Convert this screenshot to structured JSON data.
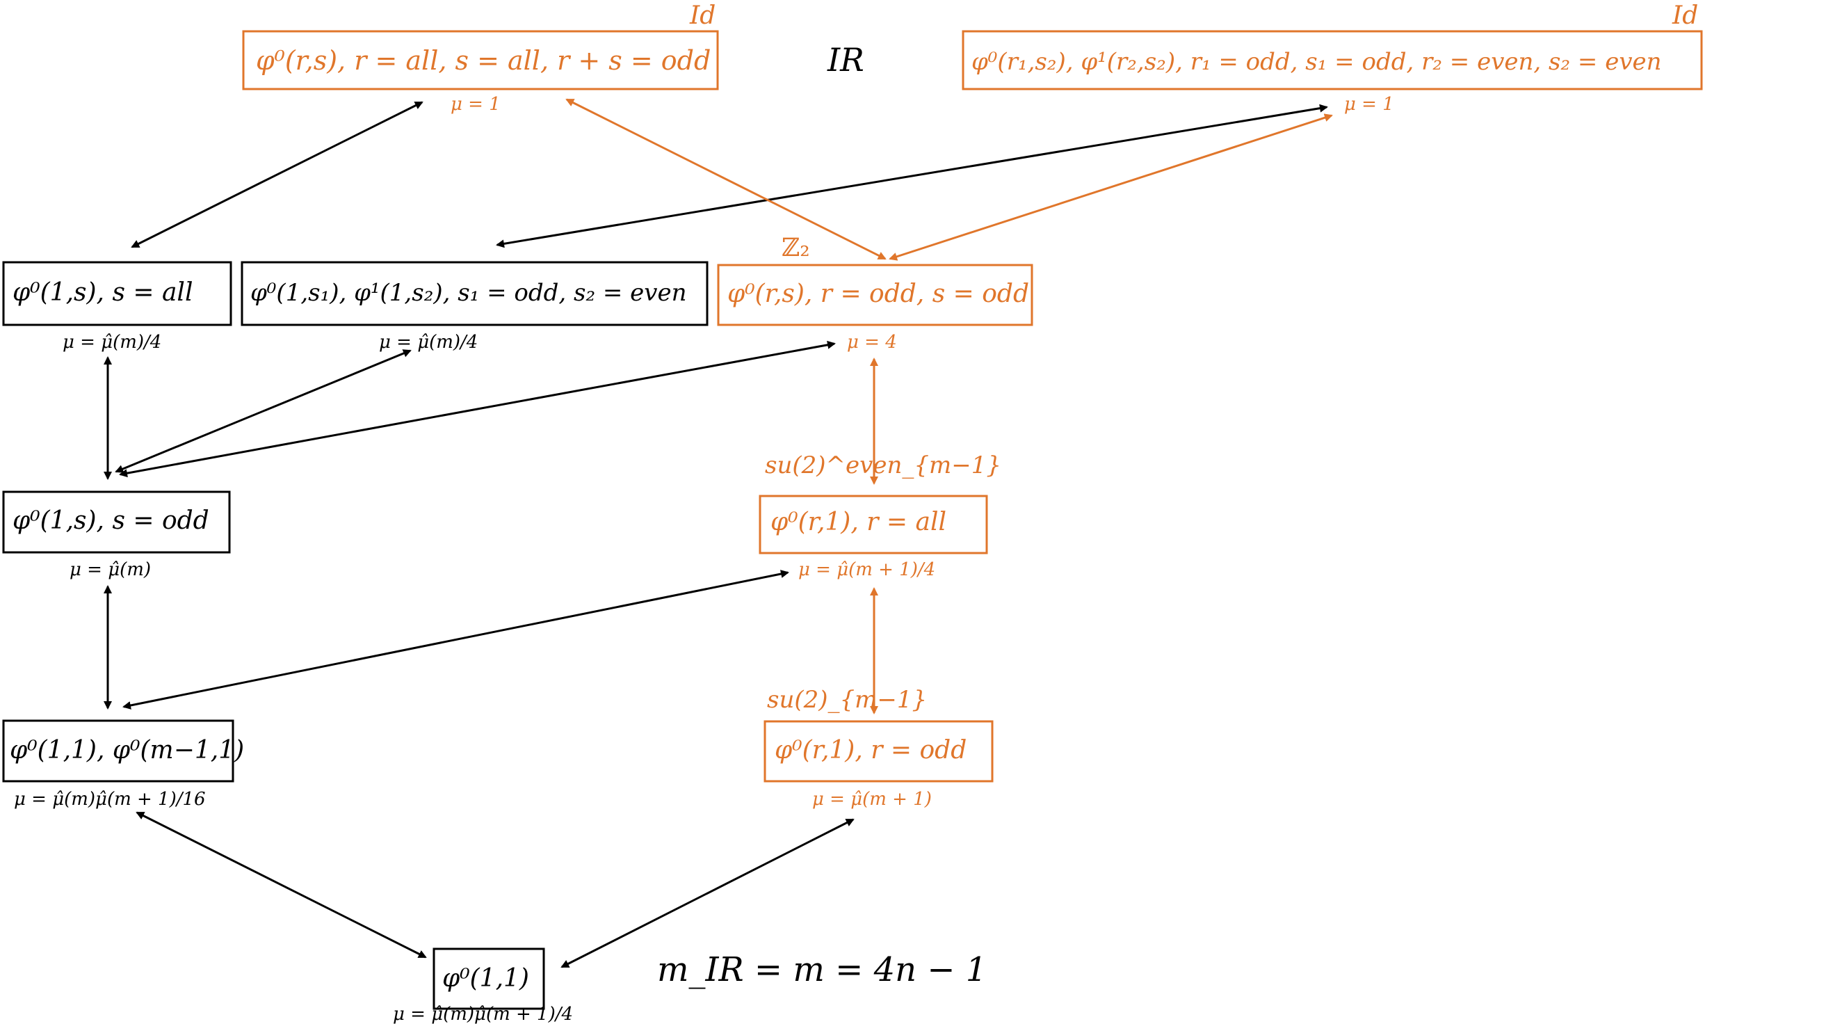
{
  "colors": {
    "black": "#000000",
    "orange": "#e0762b",
    "background": "#ffffff"
  },
  "labels": {
    "ir": "IR",
    "m_relation": "m_IR = m = 4n − 1"
  },
  "nodes": {
    "top_left": {
      "symmetry": "Id",
      "content": "φ⁰(r,s), r = all, s = all, r + s = odd",
      "mu": "μ = 1"
    },
    "top_right": {
      "symmetry": "Id",
      "content": "φ⁰(r₁,s₂), φ¹(r₂,s₂), r₁ = odd, s₁ = odd, r₂ = even, s₂ = even",
      "mu": "μ = 1"
    },
    "mid_s_all": {
      "content": "φ⁰(1,s), s = all",
      "mu": "μ = μ̂(m)/4"
    },
    "mid_s1_s2": {
      "content": "φ⁰(1,s₁), φ¹(1,s₂), s₁ = odd, s₂ = even",
      "mu": "μ = μ̂(m)/4"
    },
    "z2": {
      "symmetry": "ℤ₂",
      "content": "φ⁰(r,s), r = odd, s = odd",
      "mu": "μ = 4"
    },
    "s_odd": {
      "content": "φ⁰(1,s), s = odd",
      "mu": "μ = μ̂(m)"
    },
    "su2_even": {
      "symmetry": "su(2)^even_{m−1}",
      "content": "φ⁰(r,1), r = all",
      "mu": "μ = μ̂(m + 1)/4"
    },
    "pair": {
      "content": "φ⁰(1,1), φ⁰(m−1,1)",
      "mu": "μ = μ̂(m)μ̂(m + 1)/16"
    },
    "su2": {
      "symmetry": "su(2)_{m−1}",
      "content": "φ⁰(r,1), r = odd",
      "mu": "μ = μ̂(m + 1)"
    },
    "bottom": {
      "content": "φ⁰(1,1)",
      "mu": "μ = μ̂(m)μ̂(m + 1)/4"
    }
  },
  "edges": [
    {
      "from": "top_left",
      "to": "mid_s_all",
      "color": "black"
    },
    {
      "from": "top_right",
      "to": "mid_s1_s2",
      "color": "black"
    },
    {
      "from": "top_left",
      "to": "z2",
      "color": "orange"
    },
    {
      "from": "top_right",
      "to": "z2",
      "color": "orange"
    },
    {
      "from": "mid_s_all",
      "to": "s_odd",
      "color": "black"
    },
    {
      "from": "mid_s1_s2",
      "to": "s_odd",
      "color": "black"
    },
    {
      "from": "z2",
      "to": "s_odd",
      "color": "black"
    },
    {
      "from": "z2",
      "to": "su2_even",
      "color": "orange"
    },
    {
      "from": "s_odd",
      "to": "pair",
      "color": "black"
    },
    {
      "from": "su2_even",
      "to": "pair",
      "color": "black"
    },
    {
      "from": "su2_even",
      "to": "su2",
      "color": "orange"
    },
    {
      "from": "pair",
      "to": "bottom",
      "color": "black"
    },
    {
      "from": "su2",
      "to": "bottom",
      "color": "black"
    }
  ]
}
